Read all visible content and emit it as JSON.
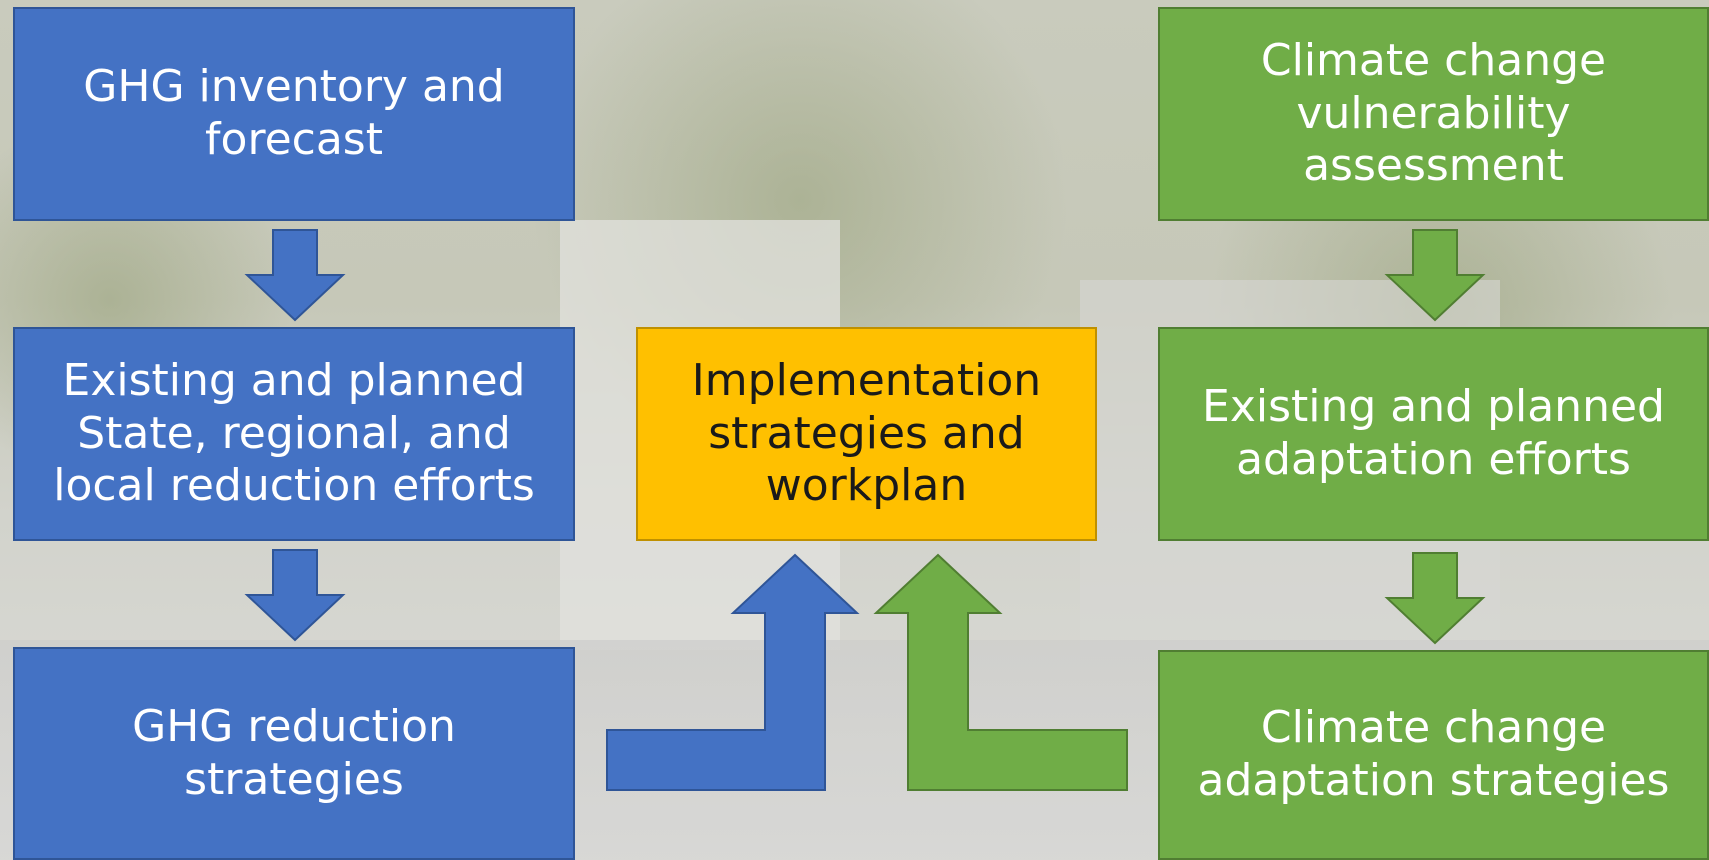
{
  "diagram": {
    "blue_column": [
      {
        "text": "GHG inventory and\nforecast"
      },
      {
        "text": "Existing and planned\nState,  regional, and\nlocal reduction efforts"
      },
      {
        "text": "GHG reduction\nstrategies"
      }
    ],
    "center": {
      "text": "Implementation\nstrategies and\nworkplan"
    },
    "green_column": [
      {
        "text": "Climate change\nvulnerability\nassessment"
      },
      {
        "text": "Existing and planned\nadaptation efforts"
      },
      {
        "text": "Climate change\nadaptation strategies"
      }
    ],
    "colors": {
      "blue": "#4472c4",
      "green": "#70ad47",
      "yellow": "#ffc000",
      "background": "street-scene-photo-faded"
    }
  }
}
